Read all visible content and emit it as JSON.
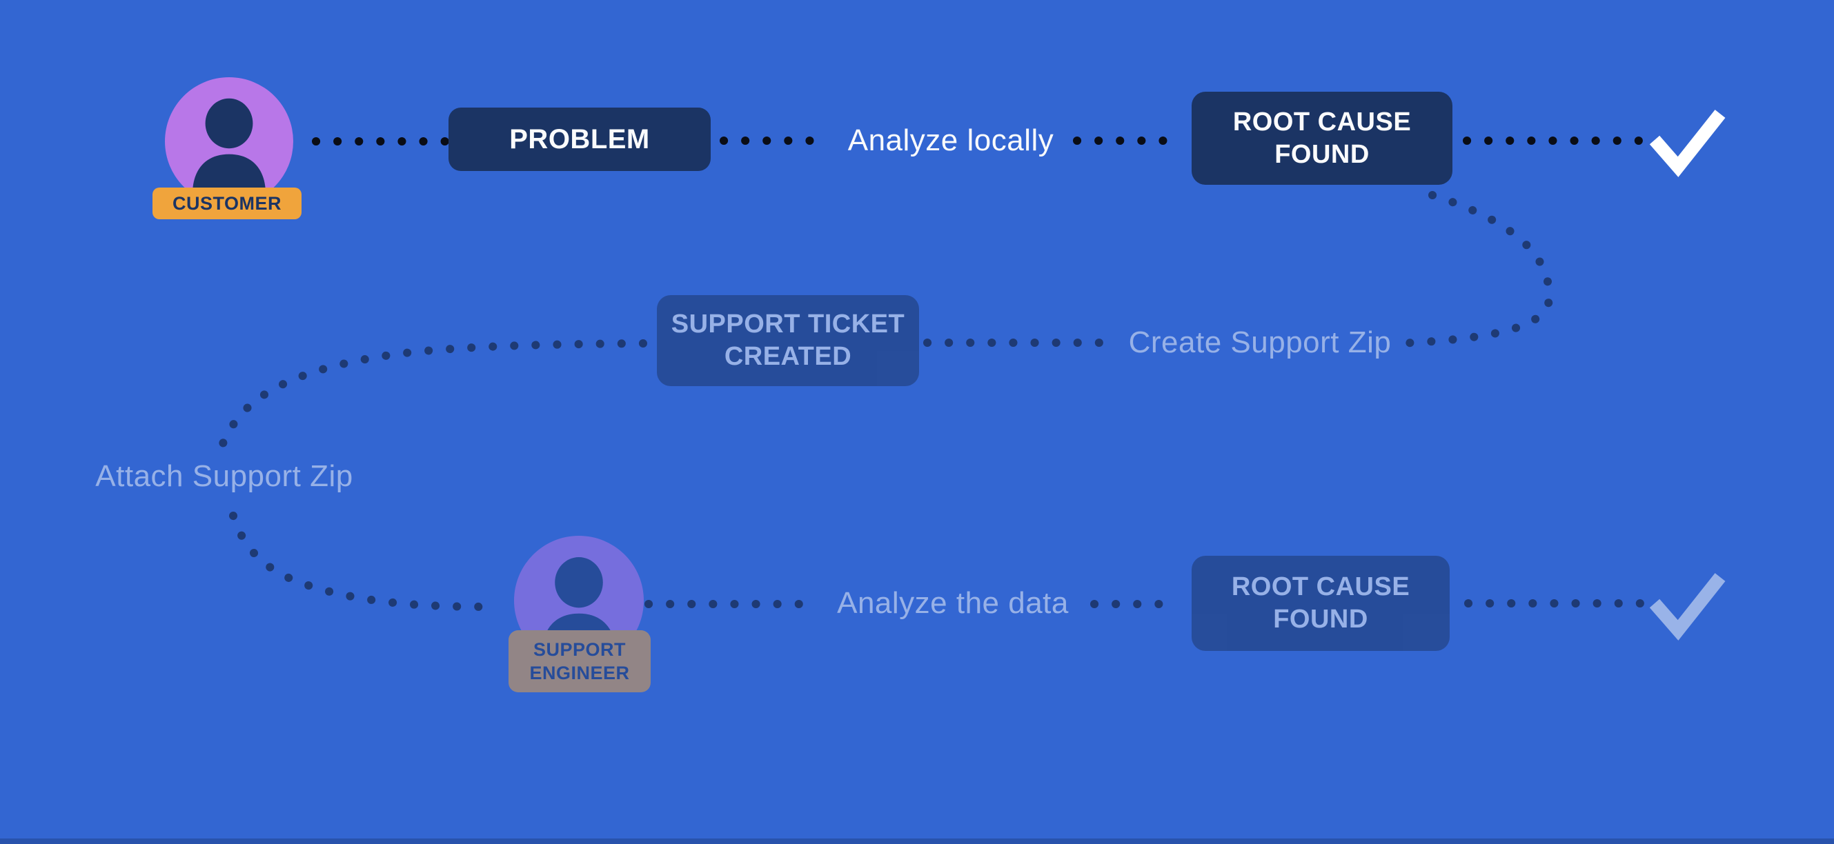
{
  "colors": {
    "background": "#3366D2",
    "node_navy": "#1B3464",
    "avatar_purple": "#B877E8",
    "badge_orange": "#F0A43C",
    "dot_black": "#0A0D16",
    "text_white": "#FAFBFC"
  },
  "top_flow": {
    "actor_badge": "CUSTOMER",
    "problem_node": "PROBLEM",
    "edge1_label": "Analyze locally",
    "root_cause_node": [
      "ROOT CAUSE",
      "FOUND"
    ]
  },
  "middle_flow": {
    "ticket_node": [
      "SUPPORT TICKET",
      "CREATED"
    ],
    "edge_label": "Create Support Zip"
  },
  "left_edge_label": "Attach Support Zip",
  "bottom_flow": {
    "actor_badge": [
      "SUPPORT",
      "ENGINEER"
    ],
    "edge_label": "Analyze the data",
    "root_cause_node": [
      "ROOT CAUSE",
      "FOUND"
    ]
  }
}
